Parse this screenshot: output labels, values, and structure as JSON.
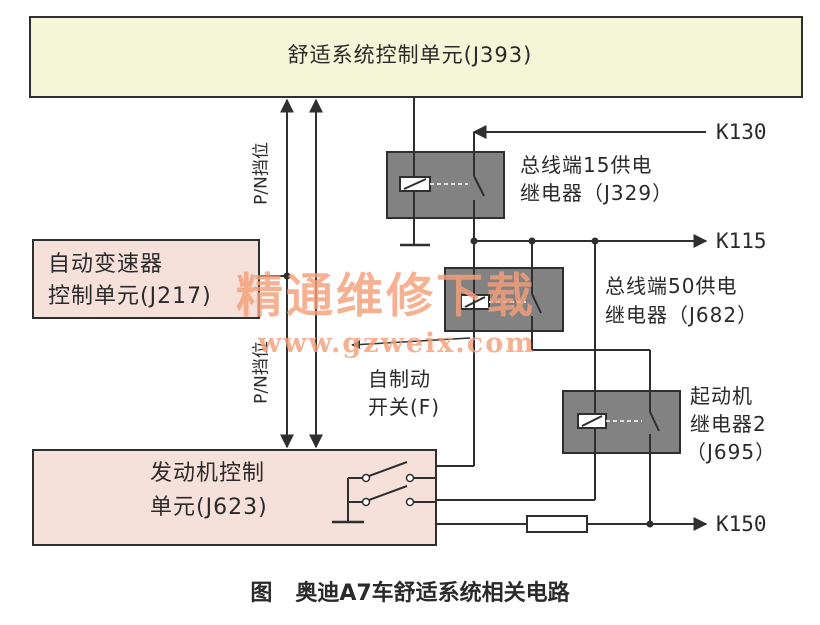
{
  "labels": {
    "j393": "舒适系统控制单元(J393)",
    "tcu_line1": "自动变速器",
    "tcu_line2": "控制单元(J217)",
    "ecu_line1": "发动机控制",
    "ecu_line2": "单元(J623)",
    "pn_upper": "P/N挡位",
    "pn_lower": "P/N挡位",
    "j329_line1": "总线端15供电",
    "j329_line2": "继电器（J329）",
    "j682_line1": "总线端50供电",
    "j682_line2": "继电器（J682）",
    "j695_line1": "起动机",
    "j695_line2": "继电器2",
    "j695_line3": "（J695）",
    "brake_line1": "自制动",
    "brake_line2": "开关(F)",
    "k130": "K130",
    "k115": "K115",
    "k150": "K150",
    "caption": "图   奥迪A7车舒适系统相关电路"
  },
  "watermark": {
    "cn": "精通维修下载",
    "url": "www.gzweix.com"
  },
  "colors": {
    "j393_box": "#f5f6d8",
    "module_box": "#f6e0da",
    "relay_box": "#828282",
    "line": "#2f2f2f",
    "watermark": "#f3a079"
  }
}
